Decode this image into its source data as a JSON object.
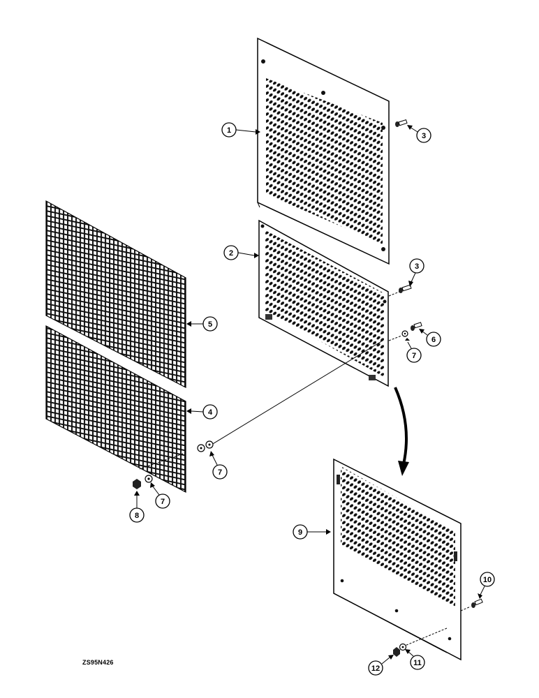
{
  "drawing_code": "ZS95N426",
  "callouts": {
    "c1": "1",
    "c2": "2",
    "c3a": "3",
    "c3b": "3",
    "c4": "4",
    "c5": "5",
    "c6": "6",
    "c7a": "7",
    "c7b": "7",
    "c7c": "7",
    "c8": "8",
    "c9": "9",
    "c10": "10",
    "c11": "11",
    "c12": "12"
  }
}
